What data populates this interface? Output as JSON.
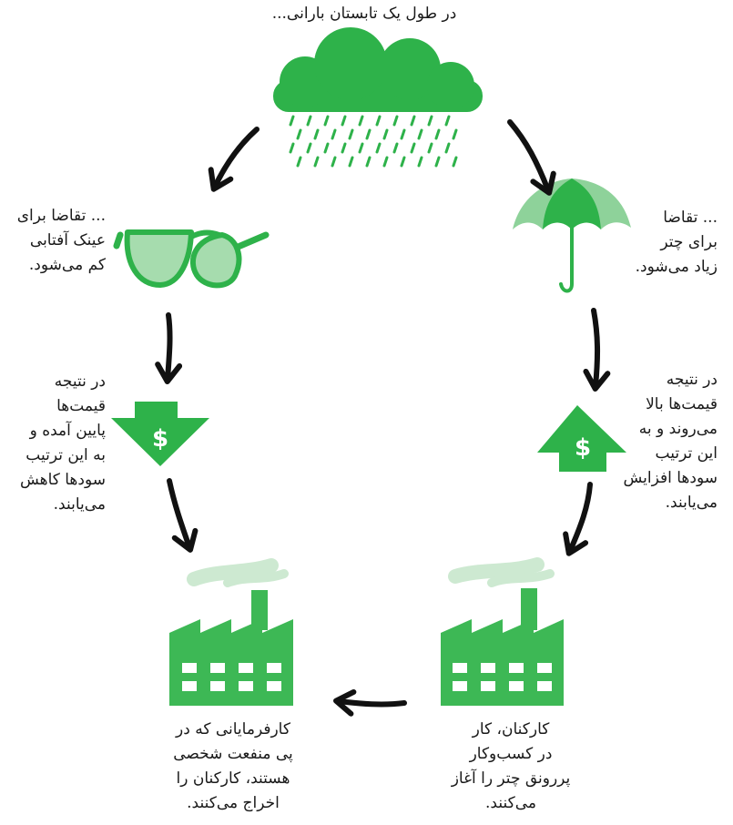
{
  "colors": {
    "green": "#2eb24a",
    "light_green": "#8ed29a",
    "smoke": "#cde9d1",
    "arrow": "#111111"
  },
  "title": "در طول یک تابستان بارانی...",
  "sunglasses_text": [
    "... تقاضا برای",
    "عینک آفتابی",
    "کم می‌شود."
  ],
  "umbrella_text": [
    "... تقاضا",
    "برای چتر",
    "زیاد می‌شود."
  ],
  "price_down_text": [
    "در نتیجه",
    "قیمت‌ها",
    "پایین آمده و",
    "به این ترتیب",
    "سودها کاهش",
    "می‌یابند."
  ],
  "price_up_text": [
    "در نتیجه",
    "قیمت‌ها بالا",
    "می‌روند و به",
    "این ترتیب",
    "سودها افزایش",
    "می‌یابند."
  ],
  "factory_left_text": [
    "کارفرمایانی که در",
    "پی منفعت شخصی",
    "هستند، کارکنان را",
    "اخراج می‌کنند."
  ],
  "factory_right_text": [
    "کارکنان، کار",
    "در کسب‌وکار",
    "پررونق چتر را آغاز",
    "می‌کنند."
  ],
  "icons": {
    "rain_cloud": "rain-cloud-icon",
    "sunglasses": "sunglasses-icon",
    "umbrella": "umbrella-icon",
    "price_down": "dollar-down-arrow-icon",
    "price_up": "dollar-up-arrow-icon",
    "factory": "factory-icon"
  }
}
